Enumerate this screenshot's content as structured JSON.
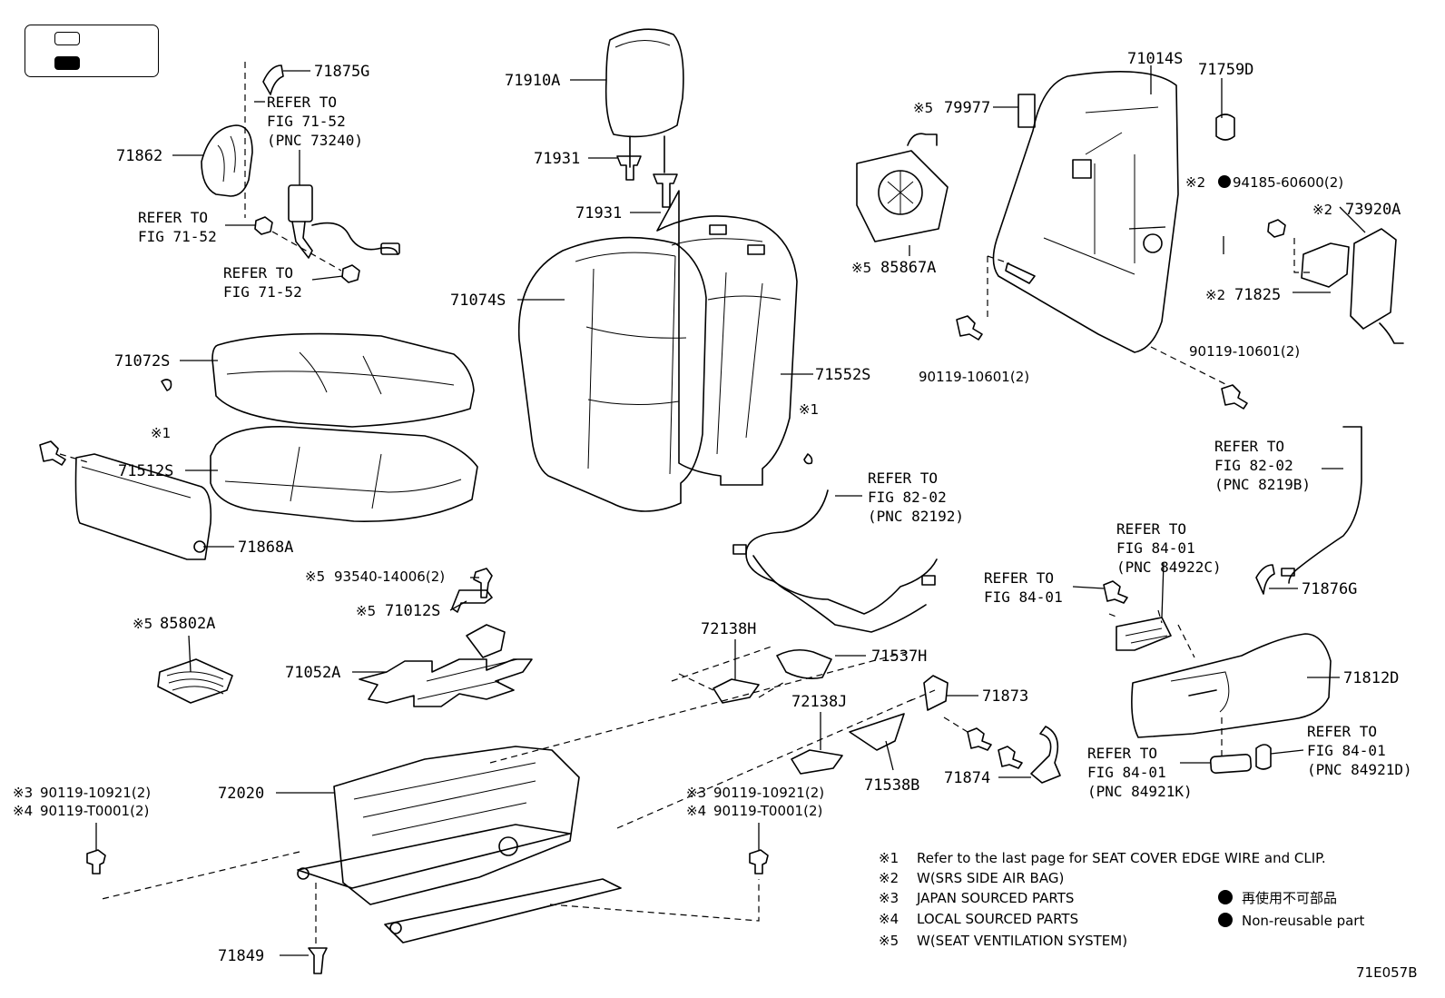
{
  "callouts": {
    "p71875G": "71875G",
    "p71862": "71862",
    "p71910A": "71910A",
    "p71931a": "71931",
    "p71931b": "71931",
    "p71074S": "71074S",
    "p71072S": "71072S",
    "p71512S": "71512S",
    "p71868A": "71868A",
    "p71552S": "71552S",
    "p79977": "79977",
    "p85867A": "85867A",
    "p71014S": "71014S",
    "p71759D": "71759D",
    "p94185": "94185-60600(2)",
    "p73920A": "73920A",
    "p71825": "71825",
    "p90119_10601a": "90119-10601(2)",
    "p90119_10601b": "90119-10601(2)",
    "p93540": "93540-14006(2)",
    "p71012S": "71012S",
    "p85802A": "85802A",
    "p71052A": "71052A",
    "p72138H": "72138H",
    "p71537H": "71537H",
    "p71873": "71873",
    "p72138J": "72138J",
    "p71538B": "71538B",
    "p71874": "71874",
    "p71876G": "71876G",
    "p71812D": "71812D",
    "p72020": "72020",
    "p71849": "71849",
    "p90119_10921a": "90119-10921(2)",
    "p90119_T0001a": "90119-T0001(2)",
    "p90119_10921b": "90119-10921(2)",
    "p90119_T0001b": "90119-T0001(2)"
  },
  "marks": {
    "m1a": "※1",
    "m1b": "※1",
    "m5_79977": "※5",
    "m5_85867A": "※5",
    "m2_94185": "※2",
    "m2_73920A": "※2",
    "m2_71825": "※2",
    "m5_93540": "※5",
    "m5_71012S": "※5",
    "m5_85802A": "※5",
    "m3a": "※3",
    "m4a": "※4",
    "m3b": "※3",
    "m4b": "※4"
  },
  "refs": {
    "seatbelt_1": "REFER TO",
    "seatbelt_2": "FIG 71-52",
    "seatbelt_3": "(PNC 73240)",
    "bolt_a_1": "REFER TO",
    "bolt_a_2": "FIG 71-52",
    "bolt_b_1": "REFER TO",
    "bolt_b_2": "FIG 71-52",
    "harness_1": "REFER TO",
    "harness_2": "FIG 82-02",
    "harness_3": "(PNC 82192)",
    "wire_r_1": "REFER TO",
    "wire_r_2": "FIG 82-02",
    "wire_r_3": "(PNC 8219B)",
    "switch_1": "REFER TO",
    "switch_2": "FIG 84-01",
    "switch_3": "(PNC 84922C)",
    "screw_1": "REFER TO",
    "screw_2": "FIG 84-01",
    "knob_l_1": "REFER TO",
    "knob_l_2": "FIG 84-01",
    "knob_l_3": "(PNC 84921K)",
    "knob_r_1": "REFER TO",
    "knob_r_2": "FIG 84-01",
    "knob_r_3": "(PNC 84921D)"
  },
  "notes": [
    {
      "mark": "※1",
      "text": "Refer to the last page for SEAT COVER EDGE WIRE and CLIP."
    },
    {
      "mark": "※2",
      "text": "W(SRS SIDE AIR BAG)"
    },
    {
      "mark": "※3",
      "text": "JAPAN SOURCED PARTS"
    },
    {
      "mark": "※4",
      "text": "LOCAL SOURCED PARTS"
    },
    {
      "mark": "※5",
      "text": "W(SEAT VENTILATION SYSTEM)"
    }
  ],
  "key": {
    "jp": "再使用不可部品",
    "en": "Non-reusable part"
  },
  "figure_code": "71E057B"
}
